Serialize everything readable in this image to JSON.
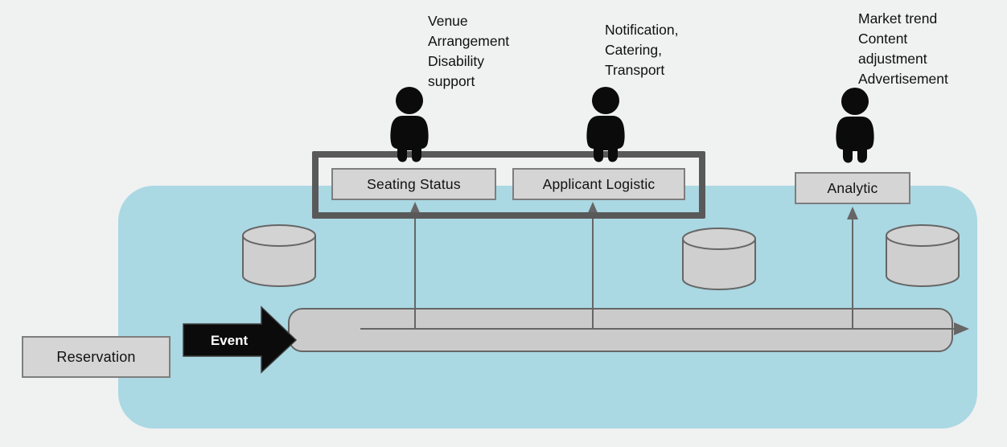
{
  "diagram": {
    "title_none": "",
    "annotations": [
      {
        "id": "venue",
        "text": "Venue\nArrangement\nDisability\nsupport"
      },
      {
        "id": "notification",
        "text": "Notification,\nCatering,\nTransport"
      },
      {
        "id": "market",
        "text": "Market trend\nContent\nadjustment\nAdvertisement"
      }
    ],
    "nodes": {
      "reservation": {
        "label": "Reservation"
      },
      "event": {
        "label": "Event"
      },
      "seating_status": {
        "label": "Seating Status"
      },
      "applicant_logistic": {
        "label": "Applicant Logistic"
      },
      "analytic": {
        "label": "Analytic"
      }
    },
    "icons": {
      "person": "person-icon",
      "database": "database-cylinder-icon",
      "event_arrow": "event-block-arrow",
      "flow_arrow": "flow-arrow"
    },
    "colors": {
      "background": "#f0f1f1",
      "container_blue": "#aad8e3",
      "node_gray": "#d5d5d5",
      "pipeline_gray": "#cbcbcb",
      "cylinder_gray": "#cfcfcf",
      "outline_dark": "#595959",
      "stroke_gray": "#666666",
      "event_black": "#0b0b0b",
      "text_black": "#101010"
    }
  }
}
